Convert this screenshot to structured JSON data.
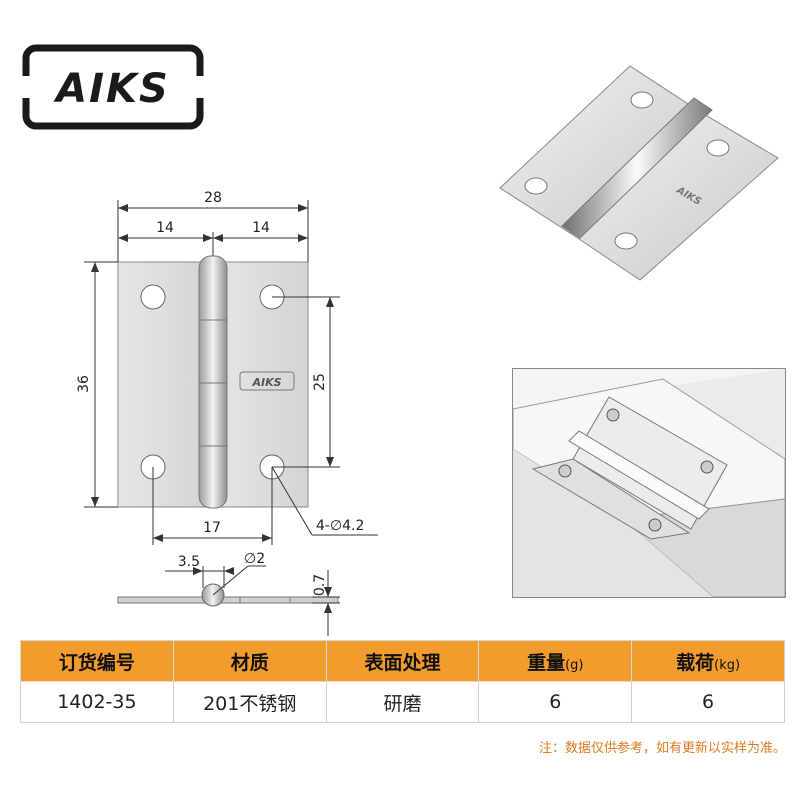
{
  "brand": {
    "logo_text": "AIKS"
  },
  "drawing": {
    "overall_width": "28",
    "half_width_left": "14",
    "half_width_right": "14",
    "height": "36",
    "hole_spacing_vertical": "25",
    "hole_spacing_horizontal": "17",
    "hole_callout": "4-∅4.2",
    "knuckle_offset": "3.5",
    "pin_diameter": "∅2",
    "thickness": "0.7"
  },
  "table": {
    "headers": [
      {
        "label": "订货编号",
        "unit": ""
      },
      {
        "label": "材质",
        "unit": ""
      },
      {
        "label": "表面处理",
        "unit": ""
      },
      {
        "label": "重量",
        "unit": "(g)"
      },
      {
        "label": "载荷",
        "unit": "(kg)"
      }
    ],
    "row": [
      "1402-35",
      "201不锈钢",
      "研磨",
      "6",
      "6"
    ]
  },
  "note": "注：数据仅供参考，如有更新以实样为准。",
  "colors": {
    "header_bg": "#f39c2e",
    "note_text": "#e07b20",
    "logo": "#1a1a1a"
  }
}
